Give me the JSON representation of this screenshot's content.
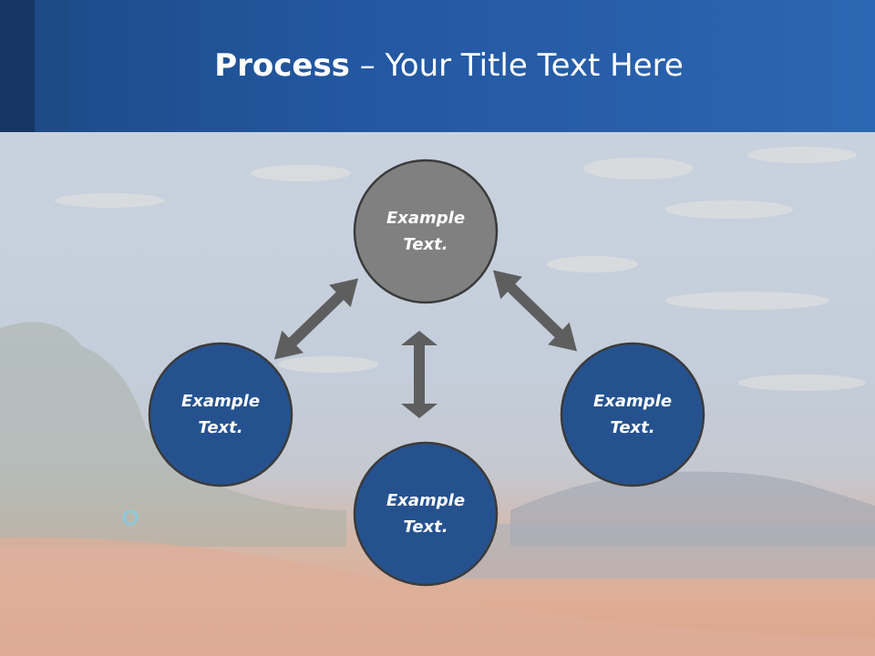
{
  "slide": {
    "title_bold": "Process",
    "title_rest": " – Your Title Text Here"
  },
  "nodes": [
    {
      "id": "top",
      "label_line1": "Example",
      "label_line2": "Text.",
      "fill": "#808080"
    },
    {
      "id": "left",
      "label_line1": "Example",
      "label_line2": "Text.",
      "fill": "#25528f"
    },
    {
      "id": "bottom",
      "label_line1": "Example",
      "label_line2": "Text.",
      "fill": "#25528f"
    },
    {
      "id": "right",
      "label_line1": "Example",
      "label_line2": "Text.",
      "fill": "#25528f"
    }
  ],
  "colors": {
    "header": "#2357a0",
    "node_stroke": "#3b3b3b",
    "arrow": "#5e5e5e"
  }
}
